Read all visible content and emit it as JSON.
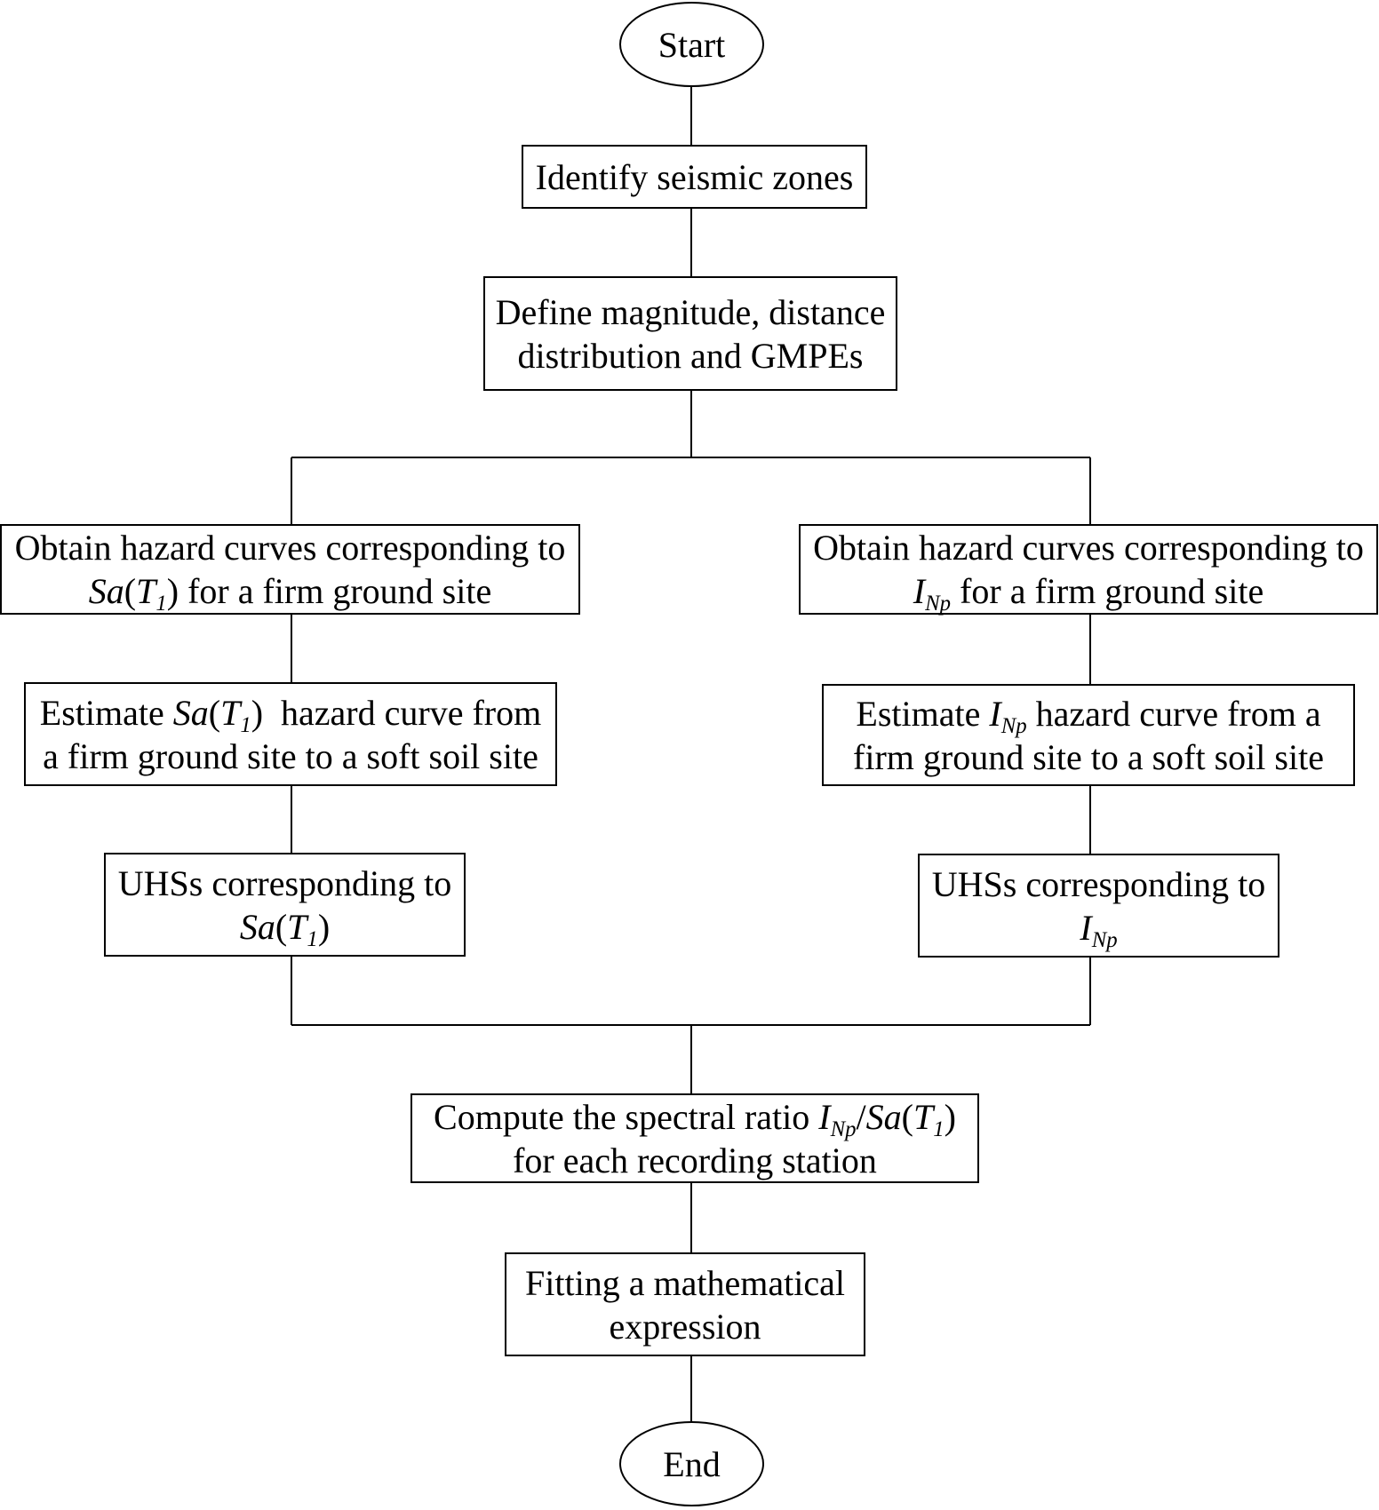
{
  "nodes": {
    "start": {
      "text": "Start"
    },
    "identify": {
      "text": "Identify seismic zones"
    },
    "define": {
      "line1": "Define magnitude, distance",
      "line2": "distribution and GMPEs"
    },
    "left_obtain": {
      "line1": "Obtain hazard curves corresponding to",
      "sym": "Sa",
      "paren_open": "(",
      "T": "T",
      "sub": "1",
      "paren_close": ")",
      "rest": " for a firm ground site"
    },
    "left_estimate": {
      "pre": "Estimate ",
      "sym": "Sa",
      "paren_open": "(",
      "T": "T",
      "sub": "1",
      "paren_close": ")",
      "rest": "  hazard curve from",
      "line2": "a firm ground site to a soft soil site"
    },
    "left_uhs": {
      "line1": "UHSs corresponding to",
      "sym": "Sa",
      "paren_open": "(",
      "T": "T",
      "sub": "1",
      "paren_close": ")"
    },
    "right_obtain": {
      "line1": "Obtain hazard curves corresponding to",
      "I": "I",
      "sub": "Np",
      "rest": " for a firm ground site"
    },
    "right_estimate": {
      "pre": "Estimate ",
      "I": "I",
      "sub": "Np",
      "rest": " hazard curve from a",
      "line2": "firm ground site to a soft soil site"
    },
    "right_uhs": {
      "line1": "UHSs corresponding to",
      "I": "I",
      "sub": "Np"
    },
    "compute": {
      "pre": "Compute the spectral ratio ",
      "I": "I",
      "sub_np": "Np",
      "slash": "/",
      "sym": "Sa",
      "paren_open": "(",
      "T": "T",
      "sub_t": "1",
      "paren_close": ")",
      "line2": "for each recording station"
    },
    "fitting": {
      "line1": "Fitting a mathematical",
      "line2": "expression"
    },
    "end": {
      "text": "End"
    }
  },
  "colors": {
    "line": "#000000",
    "background": "#ffffff"
  }
}
